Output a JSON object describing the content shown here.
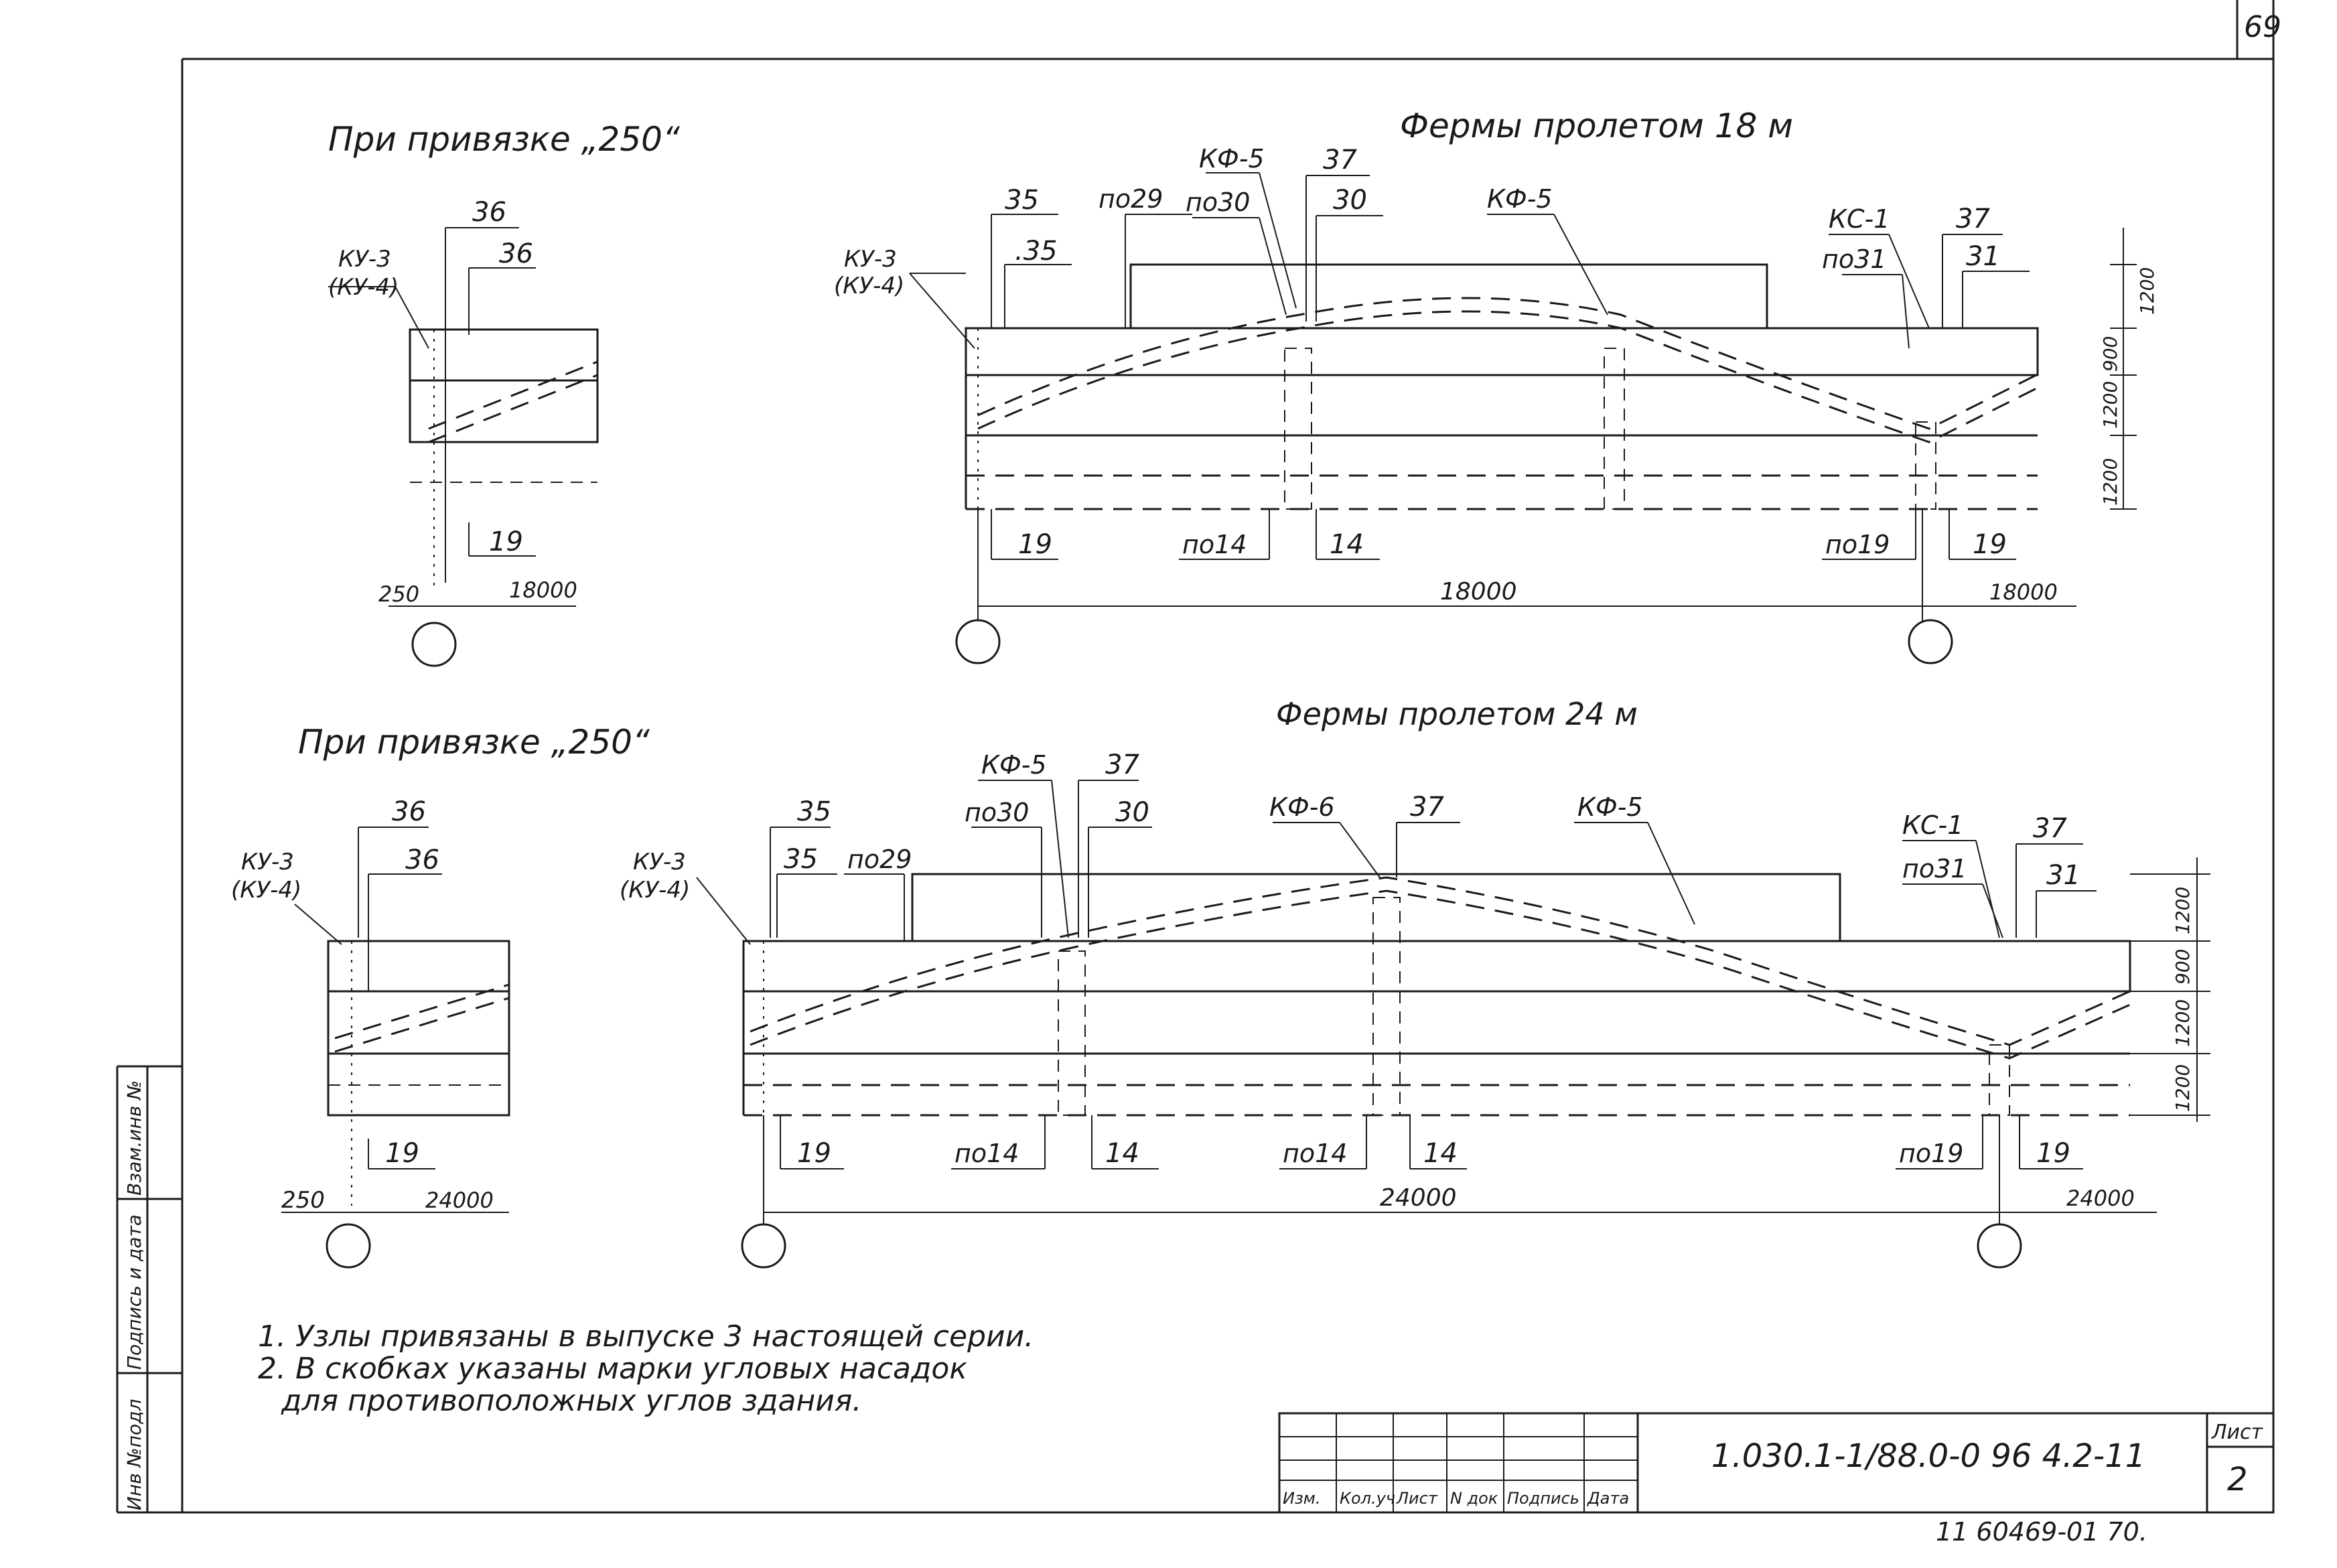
{
  "sheet_number": "69",
  "top": {
    "detail_title": "При привязке „250“",
    "main_title": "Фермы пролетом 18 м",
    "left_detail": {
      "lbl_36a": "36",
      "lbl_36b": "36",
      "lbl_ku": "КУ-3",
      "lbl_ku_alt": "(КУ-4)",
      "lbl_19": "19",
      "lbl_250": "250",
      "lbl_dim": "18000"
    },
    "main": {
      "lbl_35a": "35",
      "lbl_35b": ".35",
      "lbl_ku": "КУ-3",
      "lbl_ku_alt": "(КУ-4)",
      "lbl_po29": "по29",
      "lbl_po30": "по30",
      "lbl_kf5a": "КФ-5",
      "lbl_37a": "37",
      "lbl_30": "30",
      "lbl_kf5b": "КФ-5",
      "lbl_ks1": "КС-1",
      "lbl_37b": "37",
      "lbl_po31": "по31",
      "lbl_31": "31",
      "lbl_19a": "19",
      "lbl_po14": "по14",
      "lbl_14": "14",
      "lbl_po19": "по19",
      "lbl_19b": "19",
      "dim_span": "18000",
      "dim_right": "18000",
      "dim_v1": "1200",
      "dim_v2": "900",
      "dim_v3": "1200",
      "dim_v4": "1200"
    }
  },
  "bottom": {
    "detail_title": "При привязке „250“",
    "main_title": "Фермы пролетом 24 м",
    "left_detail": {
      "lbl_36a": "36",
      "lbl_36b": "36",
      "lbl_ku": "КУ-3",
      "lbl_ku_alt": "(КУ-4)",
      "lbl_19": "19",
      "lbl_250": "250",
      "lbl_dim": "24000"
    },
    "main": {
      "lbl_35a": "35",
      "lbl_35b": "35",
      "lbl_ku": "КУ-3",
      "lbl_ku_alt": "(КУ-4)",
      "lbl_po29": "по29",
      "lbl_po30": "по30",
      "lbl_kf5a": "КФ-5",
      "lbl_37a": "37",
      "lbl_30": "30",
      "lbl_kf6": "КФ-6",
      "lbl_37b": "37",
      "lbl_kf5b": "КФ-5",
      "lbl_ks1": "КС-1",
      "lbl_37c": "37",
      "lbl_po31": "по31",
      "lbl_31": "31",
      "lbl_19a": "19",
      "lbl_po14a": "по14",
      "lbl_14a": "14",
      "lbl_po14b": "по14",
      "lbl_14b": "14",
      "lbl_po19": "по19",
      "lbl_19b": "19",
      "dim_span": "24000",
      "dim_right": "24000",
      "dim_v1": "1200",
      "dim_v2": "900",
      "dim_v3": "1200",
      "dim_v4": "1200"
    }
  },
  "notes": {
    "line1": "1. Узлы привязаны в выпуске 3 настоящей серии.",
    "line2": "2. В скобках указаны марки угловых насадок",
    "line3": "для противоположных углов здания."
  },
  "side_stamp": {
    "inv_no": "Инв №подл",
    "sign_date": "Подпись и дата",
    "vzam": "Взам.инв №"
  },
  "title_block": {
    "code": "1.030.1-1/88.0-0 96 4.2-11",
    "sheet_label": "Лист",
    "sheet_no": "2",
    "col_izm": "Изм.",
    "col_kol": "Кол.уч",
    "col_list": "Лист",
    "col_ndok": "N док",
    "col_podp": "Подпись",
    "col_data": "Дата"
  },
  "bottom_stamp": "11 60469-01 70."
}
